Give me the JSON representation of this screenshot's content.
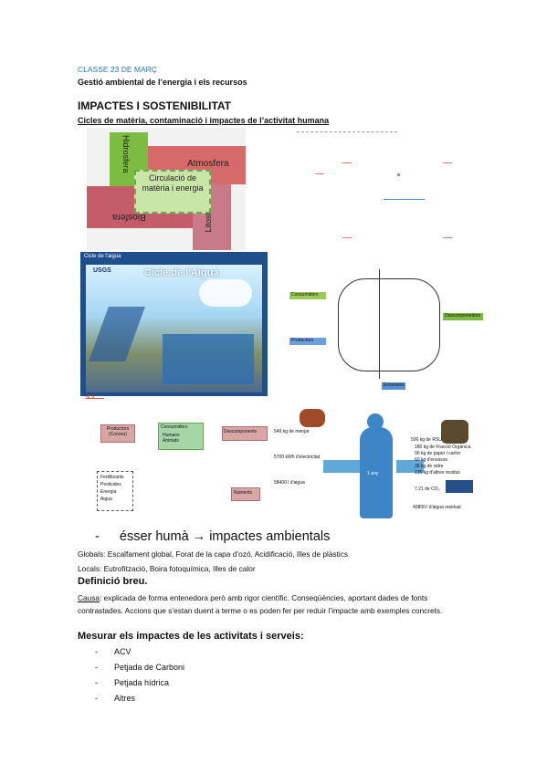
{
  "header": {
    "class_date": "CLASSE 23 DE MARÇ",
    "course": "Gestió ambiental de l’energia i els recursos"
  },
  "section": {
    "title": "IMPACTES I SOSTENIBILITAT",
    "subtitle": "Cicles de matèria, contaminació i impactes de l’activitat humana"
  },
  "fig_spheres": {
    "hidrosfera": "Hidrosfera",
    "atmosfera": "Atmosfera",
    "center": "Circulació de matèria i energia",
    "biosfera": "Biosfera",
    "litosfera": "Litosfera"
  },
  "fig_water": {
    "banner": "Cicle de l'aigua",
    "logo": "USGS",
    "title": "Cicle de l'Aigua"
  },
  "fig_carbon": {
    "label_left1": "Consumidors",
    "label_left2": "Productors",
    "label_right1": "Descomponedors",
    "label_bottom": "Emissions"
  },
  "fig_flow": {
    "sol": "SOL",
    "productors": "Productors (Conreu)",
    "consumidors": "Consumidors",
    "consumidors_items": [
      "Humans",
      "Animals"
    ],
    "descomponents": "Descomponents",
    "nutrients": "Nutrients",
    "inputs": [
      "Fertilitzants",
      "Pesticides",
      "Energia",
      "Aigua"
    ]
  },
  "fig_human": {
    "left": [
      "549 kg de menjar",
      "5700 kWh d'electricitat",
      "58400 l d'aigua"
    ],
    "center": "1 any",
    "right_title": "500 kg de RSU",
    "right_items": [
      "180 kg de Fracció Orgànica",
      "90 kg de paper i cartró",
      "60 kg d'envasos",
      "35 kg de vidre",
      "135 kg d'altres residus"
    ],
    "co2": "7.21 de CO₂",
    "water_out": "40800 l d'aigua residual"
  },
  "body": {
    "bullet_dash": "-",
    "bullet": "ésser humà → impactes ambientals",
    "globals": "Globals: Escalfament global, Forat de la capa d’ozó, Acidificació, Illes de plàstics",
    "locals": "Locals: Eutrofització, Boira fotoquímica, Illes de calor",
    "def_title": "Definició breu.",
    "causa_label": "Causa",
    "causa_text": ": explicada de forma entenedora però amb rigor científic. Conseqüències, aportant dades de fonts contrastades. Accions que s’estan duent a terme o es poden fer per reduir l’impacte amb exemples concrets.",
    "measure_title": "Mesurar els impactes de les activitats i serveis:",
    "list": [
      "ACV",
      "Petjada de Carboni",
      "Petjada hídrica",
      "Altres"
    ]
  }
}
